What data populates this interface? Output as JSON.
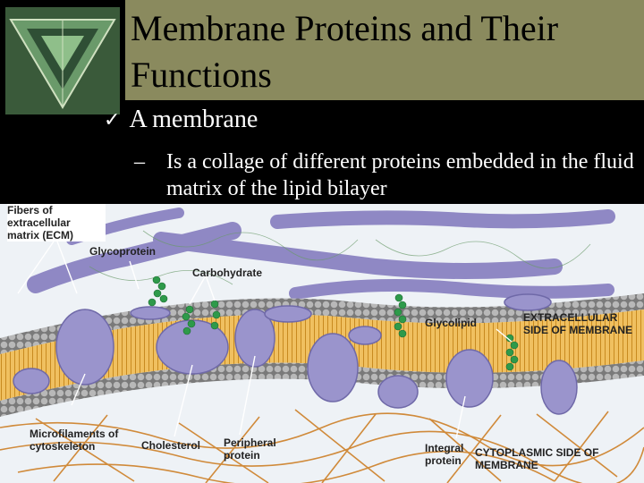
{
  "slide": {
    "title": "Membrane Proteins and Their Functions",
    "bullet": "A membrane",
    "sub_bullet": "Is a collage of different proteins embedded in the fluid matrix of the lipid bilayer"
  },
  "diagram": {
    "labels": {
      "fibers_ecm": "Fibers of extracellular matrix (ECM)",
      "glycoprotein": "Glycoprotein",
      "carbohydrate": "Carbohydrate",
      "glycolipid": "Glycolipid",
      "extracellular_side": "EXTRACELLULAR SIDE OF MEMBRANE",
      "microfilaments": "Microfilaments of cytoskeleton",
      "cholesterol": "Cholesterol",
      "peripheral_protein": "Peripheral protein",
      "integral_protein": "Integral protein",
      "cytoplasmic_side": "CYTOPLASMIC SIDE OF MEMBRANE"
    }
  },
  "colors": {
    "title_band": "#8a8a5e",
    "background": "#000000",
    "protein": "#8f88c4",
    "lipid_head": "#9a9a9a",
    "lipid_tail": "#e8b040",
    "carbohydrate": "#2e9a4a",
    "cytoskeleton": "#d08a3a"
  }
}
